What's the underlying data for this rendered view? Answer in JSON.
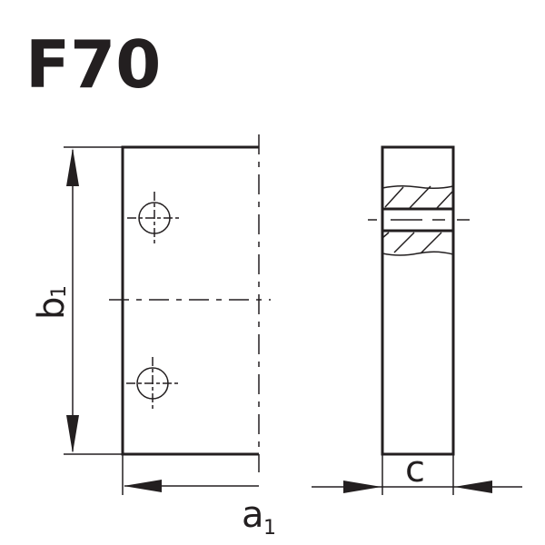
{
  "title": "F70",
  "dimensions": {
    "height": {
      "main": "b",
      "sub": "1"
    },
    "width": {
      "main": "a",
      "sub": "1"
    },
    "thickness": {
      "main": "c"
    }
  }
}
